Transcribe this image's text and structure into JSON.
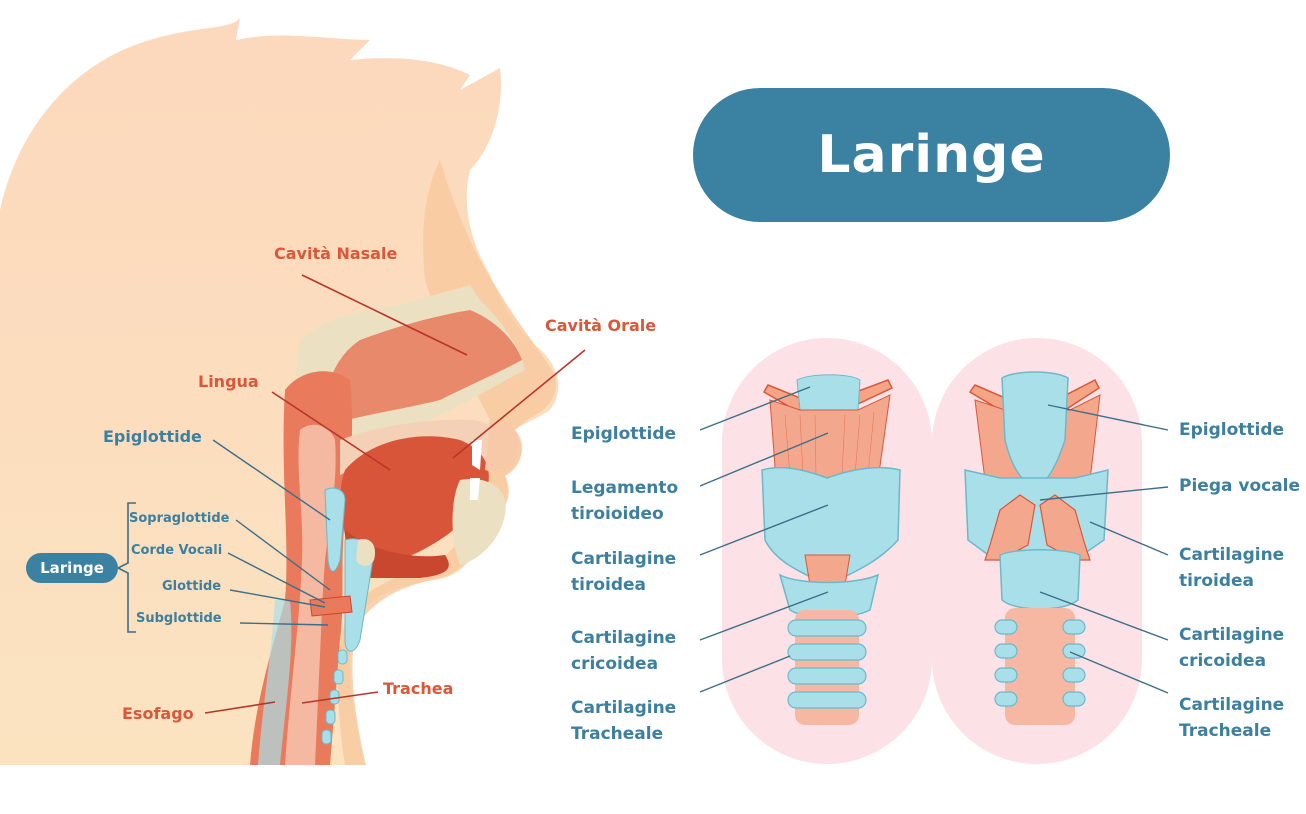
{
  "title": "Laringe",
  "colors": {
    "title_bg": "#3b81a1",
    "label_red": "#d9573a",
    "label_blue": "#3d7f9e",
    "skin": "#fbd9b8",
    "cartilage": "#a9dfe8",
    "muscle": "#e8735a",
    "backdrop": "#fce1e6"
  },
  "sagittal_labels": {
    "nasal": "Cavità Nasale",
    "oral": "Cavità Orale",
    "tongue": "Lingua",
    "epiglottis": "Epiglottide",
    "larynx_tag": "Laringe",
    "supraglottis": "Sopraglottide",
    "vocal_cords": "Corde Vocali",
    "glottis": "Glottide",
    "subglottis": "Subglottide",
    "trachea": "Trachea",
    "esophagus": "Esofago"
  },
  "front_labels": {
    "epiglottis": "Epiglottide",
    "ligament_1": "Legamento",
    "ligament_2": "tiroioideo",
    "thyroid_1": "Cartilagine",
    "thyroid_2": "tiroidea",
    "cricoid_1": "Cartilagine",
    "cricoid_2": "cricoidea",
    "tracheal_1": "Cartilagine",
    "tracheal_2": "Tracheale"
  },
  "back_labels": {
    "epiglottis": "Epiglottide",
    "vocal_fold": "Piega vocale",
    "thyroid_1": "Cartilagine",
    "thyroid_2": "tiroidea",
    "cricoid_1": "Cartilagine",
    "cricoid_2": "cricoidea",
    "tracheal_1": "Cartilagine",
    "tracheal_2": "Tracheale"
  }
}
